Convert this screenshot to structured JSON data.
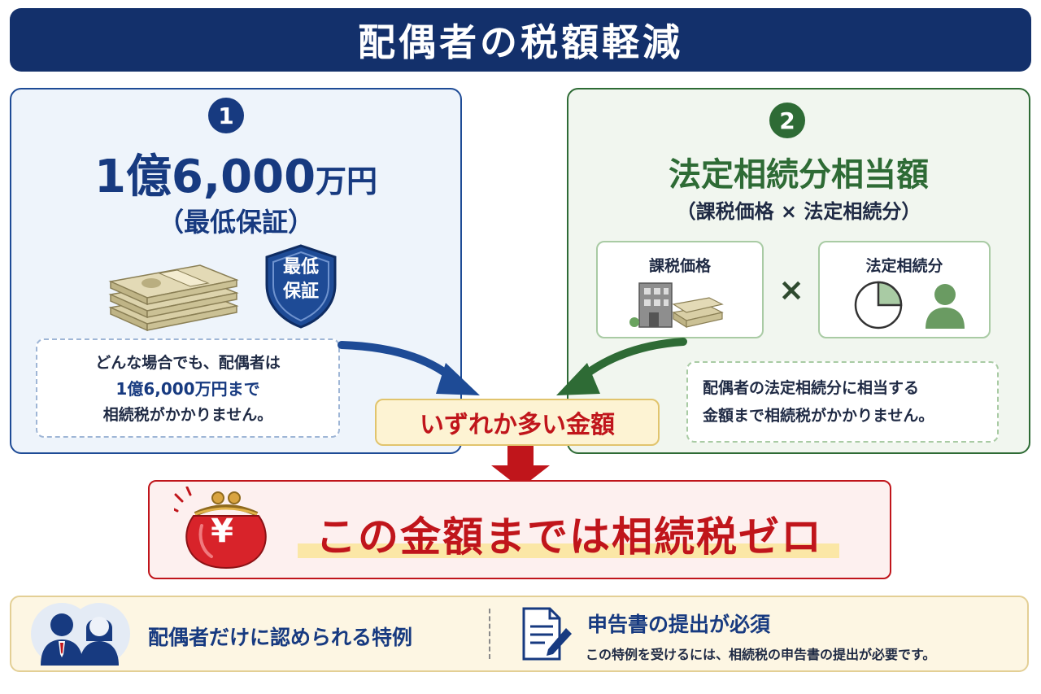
{
  "title": "配偶者の税額軽減",
  "option1": {
    "number": "1",
    "amount_main": "1億6,000",
    "amount_unit": "万円",
    "subtitle": "（最低保証）",
    "shield_line1": "最低",
    "shield_line2": "保証",
    "note_line1": "どんな場合でも、配偶者は",
    "note_line2": "1億6,000万円まで",
    "note_line3": "相続税がかかりません。"
  },
  "option2": {
    "number": "2",
    "title": "法定相続分相当額",
    "subtitle": "（課税価格 × 法定相続分）",
    "box_tax_label": "課税価格",
    "times": "×",
    "box_share_label": "法定相続分",
    "note_line1": "配偶者の法定相続分に相当する",
    "note_line2": "金額まで相続税がかかりません。"
  },
  "middle": {
    "label": "いずれか多い金額"
  },
  "result": {
    "text": "この金額までは相続税ゼロ",
    "purse_symbol": "¥"
  },
  "footer": {
    "spouse_only": "配偶者だけに認められる特例",
    "requirement_title": "申告書の提出が必須",
    "requirement_note": "この特例を受けるには、相続税の申告書の提出が必要です。"
  },
  "colors": {
    "navy": "#13306b",
    "blue": "#173a80",
    "green": "#2e6b35",
    "red": "#c0151b",
    "gold": "#e1c46d"
  },
  "icons": [
    "money-stack-icon",
    "shield-icon",
    "building-icon",
    "pie-chart-icon",
    "person-icon",
    "purse-icon",
    "couple-icon",
    "document-pen-icon"
  ]
}
